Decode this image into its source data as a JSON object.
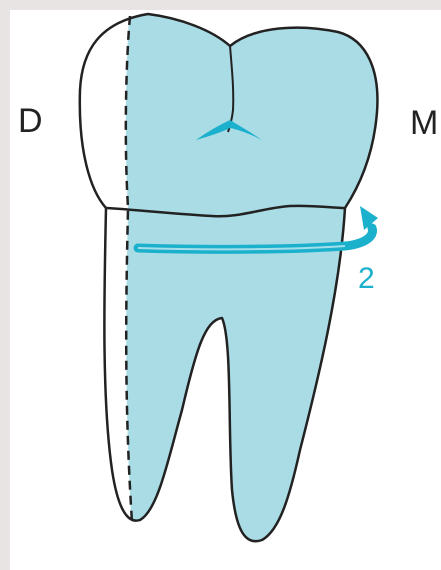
{
  "labels": {
    "distal": "D",
    "mesial": "M",
    "rotation_number": "2"
  },
  "colors": {
    "background": "#e8e4e3",
    "panel": "#ffffff",
    "tooth_fill": "#aadce6",
    "accent": "#1bb0cc",
    "outline": "#222222"
  }
}
